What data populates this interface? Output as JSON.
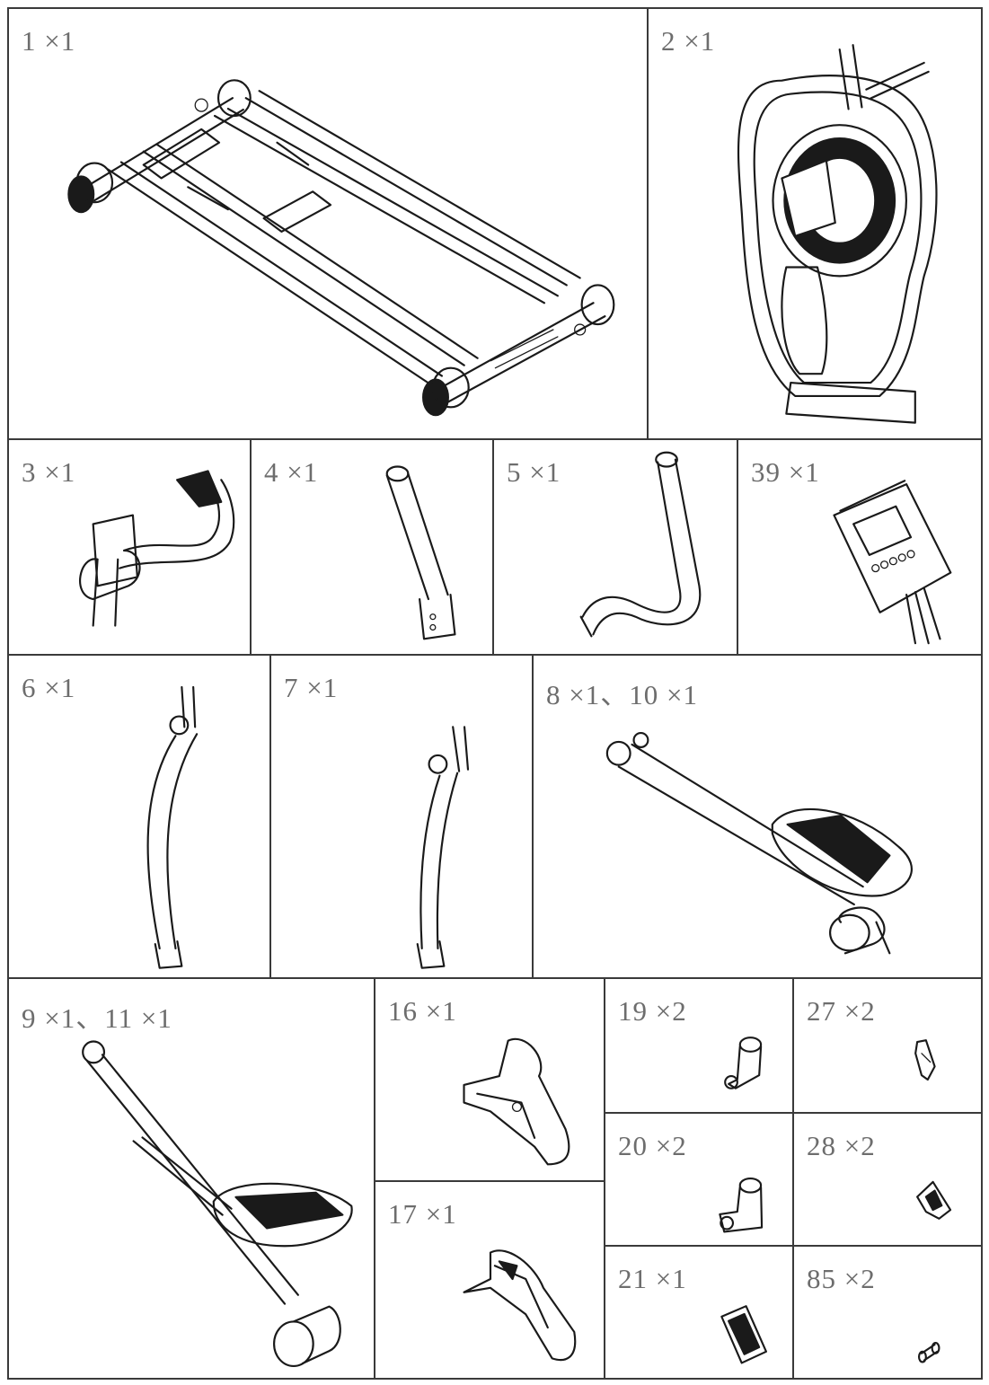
{
  "parts": [
    {
      "id": "p1",
      "label": "1 ×1"
    },
    {
      "id": "p2",
      "label": "2 ×1"
    },
    {
      "id": "p3",
      "label": "3 ×1"
    },
    {
      "id": "p4",
      "label": "4 ×1"
    },
    {
      "id": "p5",
      "label": "5 ×1"
    },
    {
      "id": "p39",
      "label": "39 ×1"
    },
    {
      "id": "p6",
      "label": "6 ×1"
    },
    {
      "id": "p7",
      "label": "7 ×1"
    },
    {
      "id": "p8",
      "label": "8 ×1、10 ×1"
    },
    {
      "id": "p9",
      "label": "9 ×1、11 ×1"
    },
    {
      "id": "p16",
      "label": "16 ×1"
    },
    {
      "id": "p19",
      "label": "19 ×2"
    },
    {
      "id": "p27",
      "label": "27 ×2"
    },
    {
      "id": "p20",
      "label": "20 ×2"
    },
    {
      "id": "p28",
      "label": "28 ×2"
    },
    {
      "id": "p17",
      "label": "17 ×1"
    },
    {
      "id": "p21",
      "label": "21 ×1"
    },
    {
      "id": "p85",
      "label": "85 ×2"
    }
  ]
}
